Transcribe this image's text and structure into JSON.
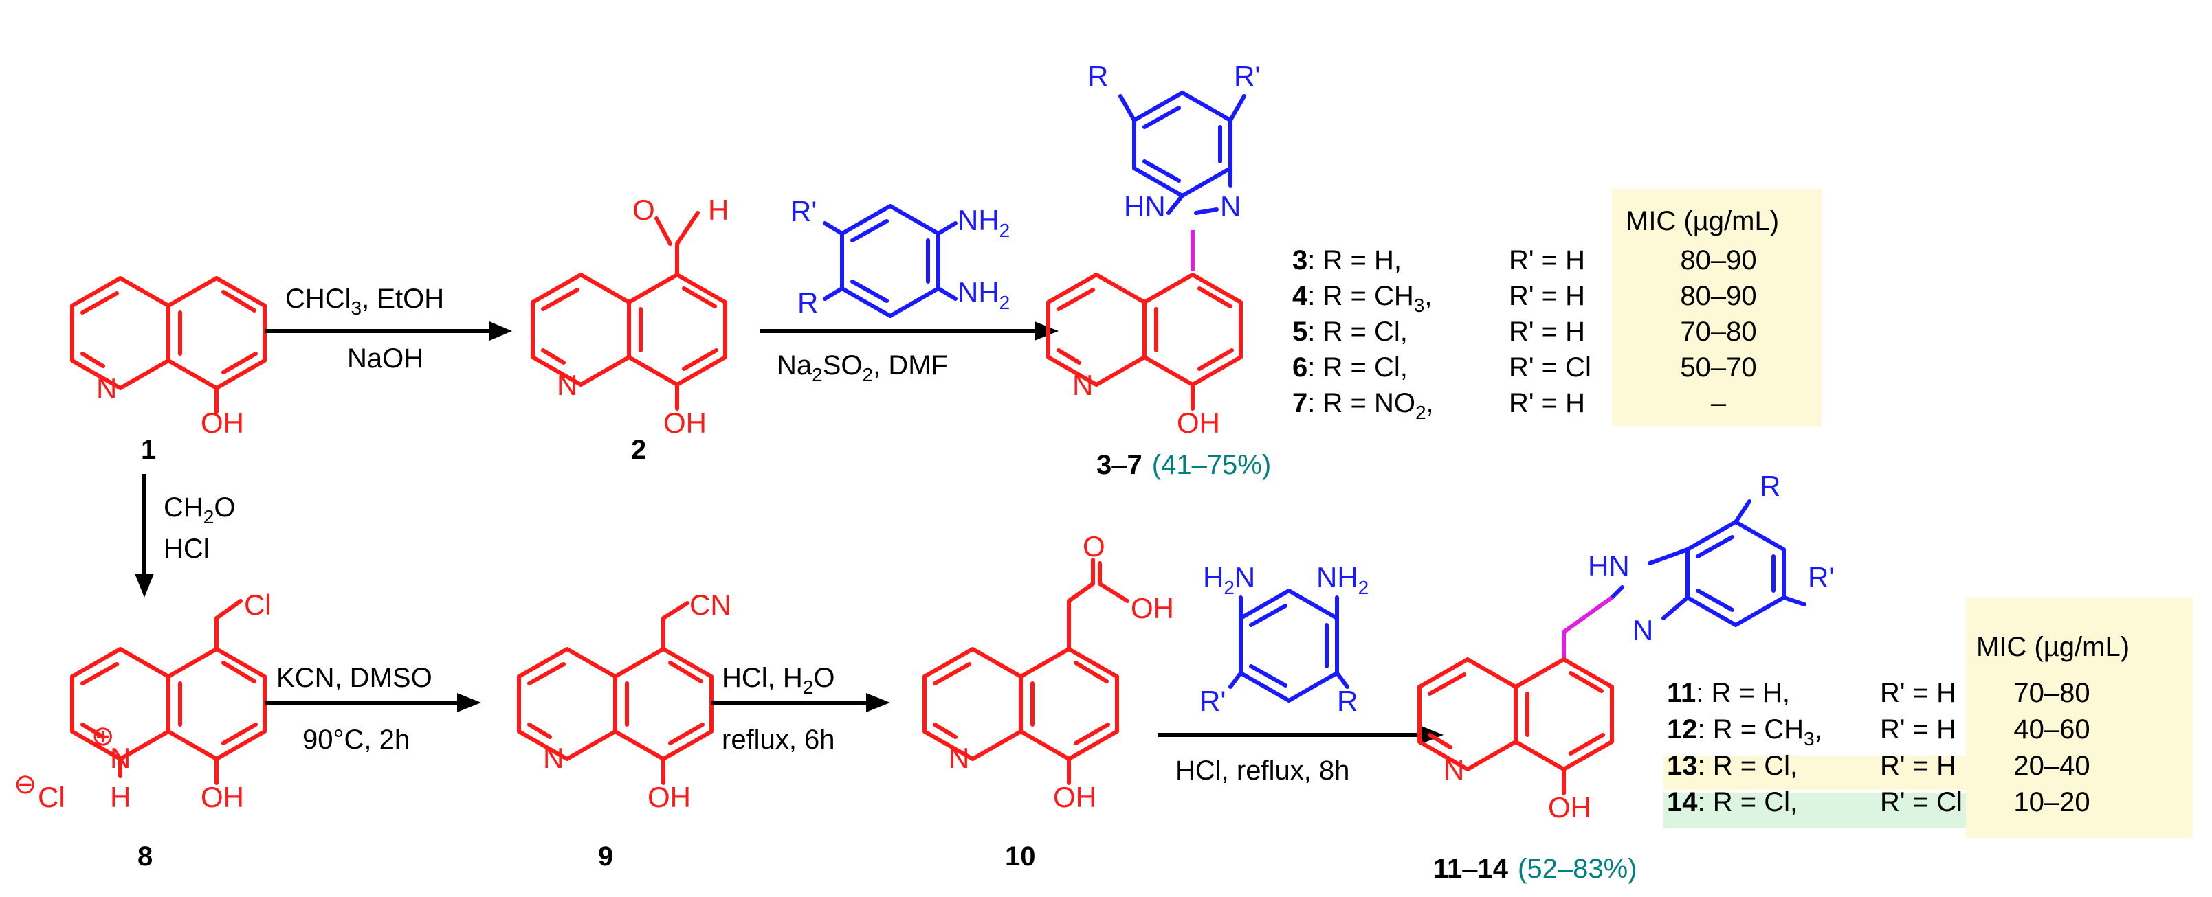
{
  "colors": {
    "scaffold": "#ff1a1a",
    "reagent": "#1a1aff",
    "linker": "#e020e0",
    "yield": "#007f7f",
    "mic_highlight": "#fdf8d6",
    "active_highlight": "#dcf5e0"
  },
  "compounds": {
    "c1": "1",
    "c2": "2",
    "c3_7": "3",
    "c3_7_sep": "–",
    "c3_7_end": "7",
    "c3_7_yield": "(41–75%)",
    "c8": "8",
    "c9": "9",
    "c10": "10",
    "c11_14": "11",
    "c11_14_sep": "–",
    "c11_14_end": "14",
    "c11_14_yield": "(52–83%)"
  },
  "atoms": {
    "N": "N",
    "OH": "OH",
    "O": "O",
    "H": "H",
    "Cl": "Cl",
    "CN": "CN",
    "HN": "HN",
    "NH2": "NH",
    "sub2": "2",
    "H2N": "H",
    "R": "R",
    "Rp": "R'",
    "plus": "⊕",
    "minus": "⊖",
    "Cl_ion": "Cl"
  },
  "reactions": {
    "r1_top": "CHCl",
    "r1_top_sub": "3",
    "r1_top_rest": ", EtOH",
    "r1_bottom": "NaOH",
    "r2_bottom_a": "Na",
    "r2_bottom_sub1": "2",
    "r2_bottom_b": "SO",
    "r2_bottom_sub2": "2",
    "r2_bottom_c": ", DMF",
    "r3_top_a": "CH",
    "r3_top_sub": "2",
    "r3_top_b": "O",
    "r3_bottom": "HCl",
    "r4_top": "KCN, DMSO",
    "r4_bottom": "90°C, 2h",
    "r5_top_a": "HCl, H",
    "r5_top_sub": "2",
    "r5_top_b": "O",
    "r5_bottom": "reflux, 6h",
    "r6_bottom": "HCl, reflux, 8h"
  },
  "table1": {
    "header": "MIC (µg/mL)",
    "rows": [
      {
        "id": "3",
        "r": ": R = H,",
        "rp": "R' = H",
        "mic": "80–90"
      },
      {
        "id": "4",
        "r": ": R = CH",
        "r_sub": "3",
        "r_tail": ",",
        "rp": "R' = H",
        "mic": "80–90"
      },
      {
        "id": "5",
        "r": ": R = Cl,",
        "rp": "R' = H",
        "mic": "70–80"
      },
      {
        "id": "6",
        "r": ": R = Cl,",
        "rp": "R' = Cl",
        "mic": "50–70"
      },
      {
        "id": "7",
        "r": ": R = NO",
        "r_sub": "2",
        "r_tail": ",",
        "rp": "R' = H",
        "mic": "–"
      }
    ]
  },
  "table2": {
    "header": "MIC (µg/mL)",
    "rows": [
      {
        "id": "11",
        "r": ": R = H,",
        "rp": "R' = H",
        "mic": "70–80"
      },
      {
        "id": "12",
        "r": ": R = CH",
        "r_sub": "3",
        "r_tail": ",",
        "rp": "R' = H",
        "mic": "40–60"
      },
      {
        "id": "13",
        "r": ": R = Cl,",
        "rp": "R' = H",
        "mic": "20–40"
      },
      {
        "id": "14",
        "r": ": R = Cl,",
        "rp": "R' = Cl",
        "mic": "10–20"
      }
    ]
  }
}
